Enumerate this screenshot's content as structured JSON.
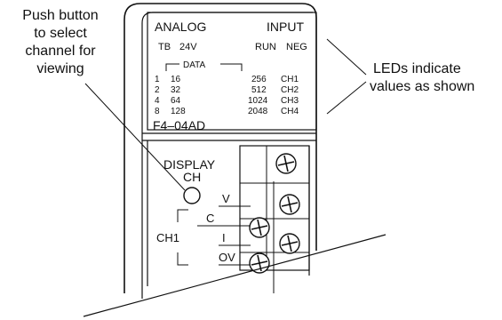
{
  "callouts": {
    "push_button": [
      "Push button",
      "to select",
      "channel for",
      "viewing"
    ],
    "leds": [
      "LEDs indicate",
      "values as shown"
    ]
  },
  "panel": {
    "analog": "ANALOG",
    "input": "INPUT",
    "led_labels": [
      "TB",
      "24V",
      "RUN",
      "NEG"
    ],
    "data_label": "DATA",
    "rows": [
      [
        "1",
        "16",
        "256",
        "CH1"
      ],
      [
        "2",
        "32",
        "512",
        "CH2"
      ],
      [
        "4",
        "64",
        "1024",
        "CH3"
      ],
      [
        "8",
        "128",
        "2048",
        "CH4"
      ]
    ],
    "model": "F4–04AD",
    "display": "DISPLAY",
    "ch": "CH"
  },
  "terminals": {
    "v": "V",
    "c": "C",
    "i": "I",
    "ov": "OV",
    "channel": "CH1"
  }
}
